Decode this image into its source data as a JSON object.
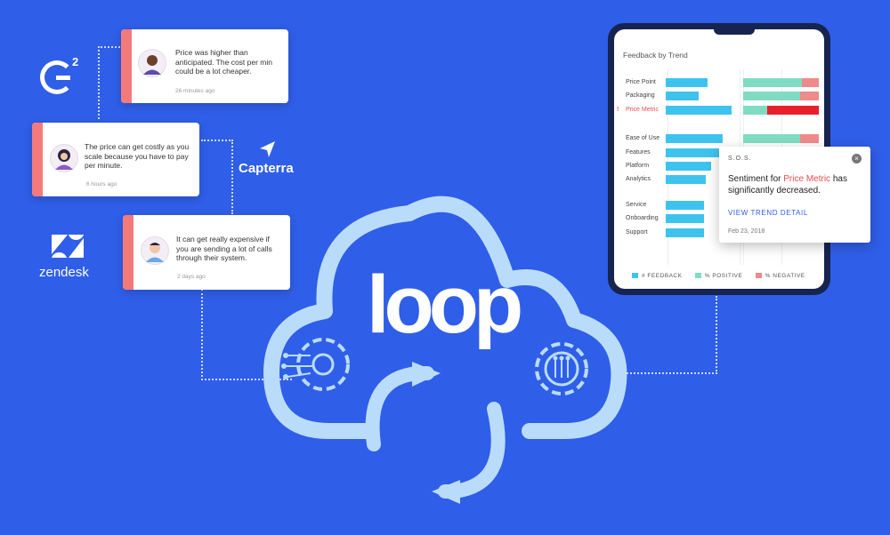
{
  "reviews": [
    {
      "text": "Price was higher than anticipated. The cost per min could be a lot cheaper.",
      "ago": "26 minutes ago"
    },
    {
      "text": "The price can get costly as you scale because you have to pay per minute.",
      "ago": "6 hours ago"
    },
    {
      "text": "It can get really expensive if you are sending a lot of calls through their system.",
      "ago": "2 days ago"
    }
  ],
  "brands": {
    "g2": "G",
    "g2_sup": "2",
    "capterra": "Capterra",
    "zendesk": "zendesk"
  },
  "logo": "loop",
  "chart": {
    "title": "Feedback by Trend",
    "alert_marker": "!",
    "legend": [
      "# FEEDBACK",
      "% POSITIVE",
      "% NEGATIVE"
    ]
  },
  "chart_data": {
    "type": "bar",
    "categories": [
      "Price Point",
      "Packaging",
      "Price Metric",
      "Ease of Use",
      "Features",
      "Platform",
      "Analytics",
      "Service",
      "Onboarding",
      "Support"
    ],
    "highlighted_category": "Price Metric",
    "series": [
      {
        "name": "# FEEDBACK",
        "values": [
          23,
          18,
          36,
          31,
          36,
          25,
          22,
          21,
          21,
          21
        ]
      },
      {
        "name": "% POSITIVE",
        "values": [
          78,
          75,
          32,
          75,
          null,
          null,
          null,
          null,
          null,
          null
        ]
      },
      {
        "name": "% NEGATIVE",
        "values": [
          22,
          25,
          68,
          25,
          null,
          null,
          null,
          null,
          null,
          null
        ]
      }
    ],
    "colors": {
      "feedback": "#3ec3ee",
      "positive": "#7fdcc2",
      "negative": "#f08a8a",
      "negative_alert": "#e8202a"
    }
  },
  "popup": {
    "header": "S.O.S.",
    "close": "×",
    "text_before": "Sentiment for ",
    "highlight": "Price Metric",
    "text_after": " has significantly decreased.",
    "link": "VIEW TREND DETAIL",
    "date": "Feb 23, 2018"
  },
  "colors": {
    "background": "#2f5ee8",
    "cloud": "#b9dcfb",
    "stripe": "#f47a7a"
  }
}
